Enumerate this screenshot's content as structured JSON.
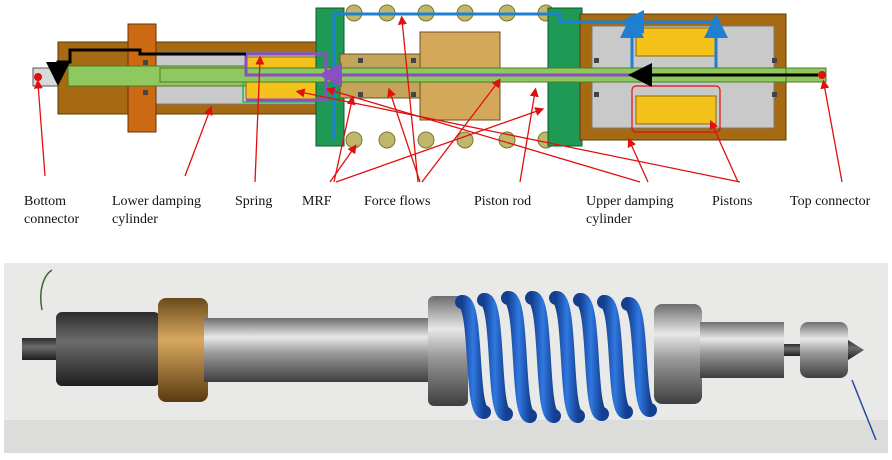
{
  "labels": {
    "bottom_connector": [
      "Bottom",
      "connector"
    ],
    "lower_damping_cylinder": [
      "Lower damping",
      "cylinder"
    ],
    "spring": "Spring",
    "mrf": "MRF",
    "force_flows": "Force flows",
    "piston_rod": "Piston rod",
    "upper_damping_cylinder": [
      "Upper damping",
      "cylinder"
    ],
    "pistons": "Pistons",
    "top_connector": "Top connector"
  },
  "colors": {
    "cylinder_brown": "#a66a12",
    "cylinder_tan": "#d4a85a",
    "inner_gray": "#c9c9c9",
    "end_cap_orange": "#cc6a14",
    "plate_green": "#1f9a55",
    "rod_green": "#8fc85f",
    "coil_olive": "#bfb86a",
    "piston_yellow": "#f4c21a",
    "flow_blue": "#1f7fd0",
    "flow_purple": "#8a4fc0",
    "flow_black": "#000000",
    "leader_red": "#e01010",
    "spring_blue": "#1f5fc8",
    "photo_background": "#e9e9e7"
  }
}
